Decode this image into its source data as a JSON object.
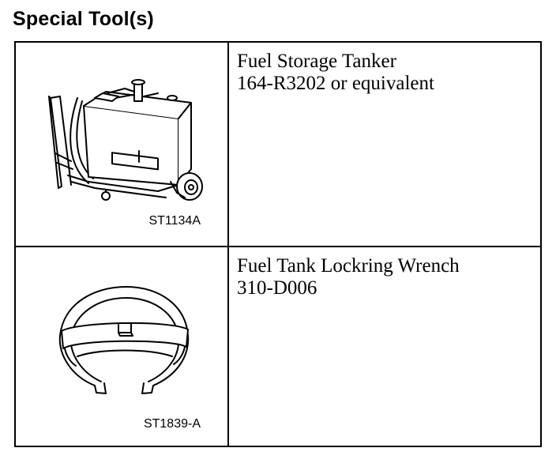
{
  "page": {
    "title": "Special Tool(s)"
  },
  "tools": [
    {
      "image_label": "ST1134A",
      "name": "Fuel Storage Tanker",
      "part_number": "164-R3202 or equivalent",
      "icon": "fuel-storage-tanker-illustration"
    },
    {
      "image_label": "ST1839-A",
      "name": "Fuel Tank Lockring Wrench",
      "part_number": "310-D006",
      "icon": "lockring-wrench-illustration"
    }
  ]
}
